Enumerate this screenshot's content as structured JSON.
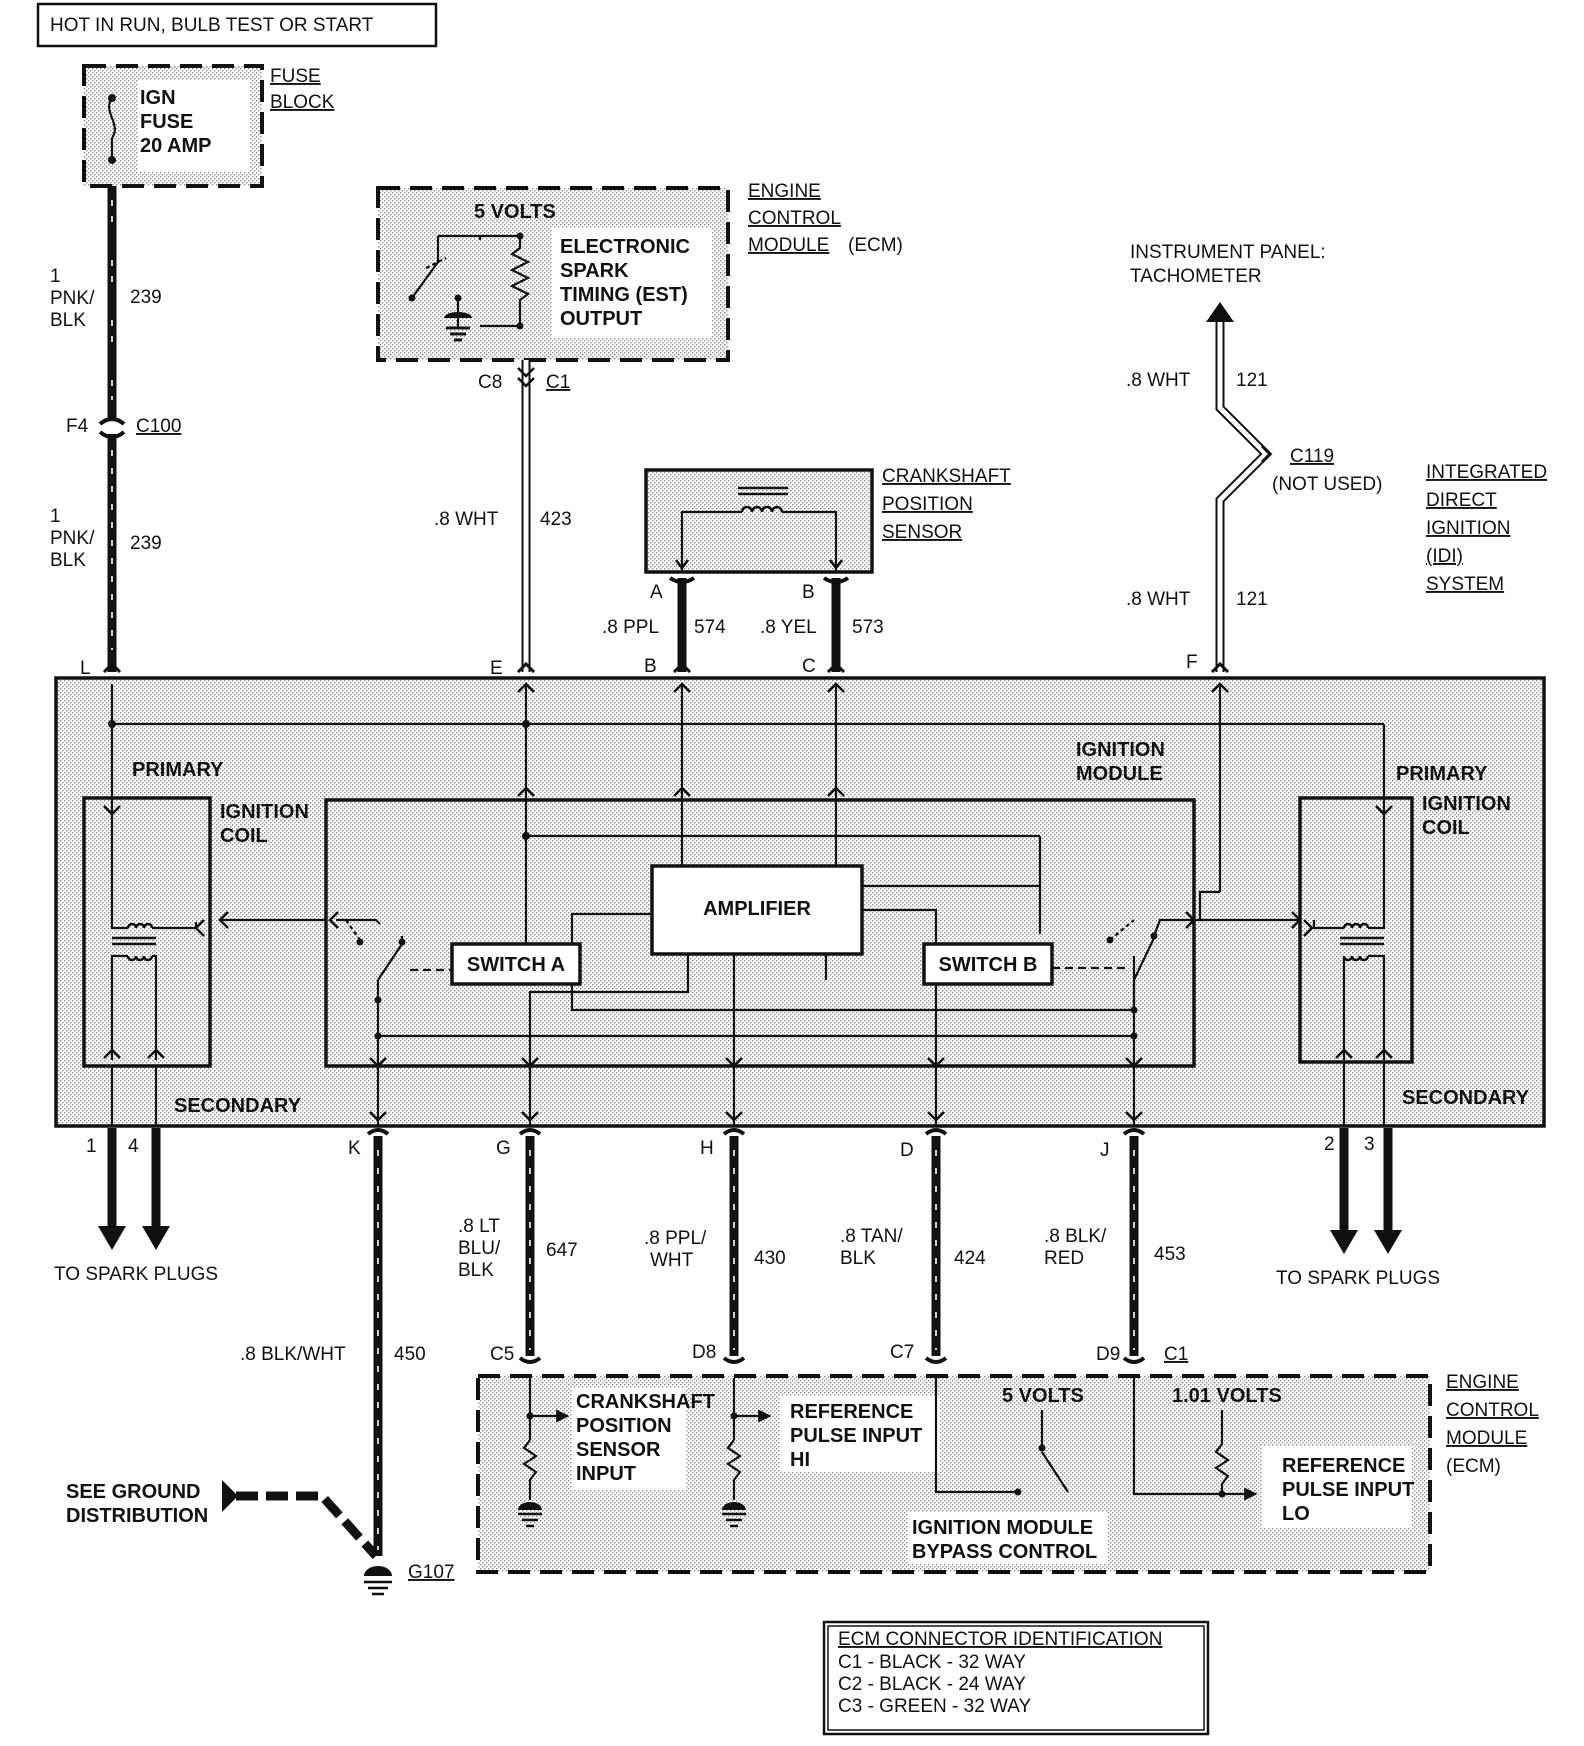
{
  "top": {
    "power_label": "HOT IN RUN, BULB TEST OR START"
  },
  "fuse": {
    "line1": "IGN",
    "line2": "FUSE",
    "line3": "20 AMP",
    "block_line1": "FUSE",
    "block_line2": "BLOCK"
  },
  "wire239": {
    "gauge": "1",
    "color1": "PNK/",
    "color2": "BLK",
    "circuit": "239"
  },
  "c100": {
    "pin": "F4",
    "name": "C100"
  },
  "ecm_top": {
    "volts": "5 VOLTS",
    "line1": "ELECTRONIC",
    "line2": "SPARK",
    "line3": "TIMING (EST)",
    "line4": "OUTPUT",
    "name1": "ENGINE",
    "name2": "CONTROL",
    "name3": "MODULE",
    "name4": "(ECM)",
    "pin": "C8",
    "connector": "C1"
  },
  "wire423": {
    "color": ".8 WHT",
    "circuit": "423"
  },
  "ckp": {
    "line1": "CRANKSHAFT",
    "line2": "POSITION",
    "line3": "SENSOR",
    "pin_a": "A",
    "pin_b": "B"
  },
  "wire574": {
    "color": ".8 PPL",
    "circuit": "574"
  },
  "wire573": {
    "color": ".8 YEL",
    "circuit": "573"
  },
  "tach": {
    "line1": "INSTRUMENT PANEL:",
    "line2": "TACHOMETER"
  },
  "wire121": {
    "color": ".8 WHT",
    "circuit": "121"
  },
  "c119": {
    "name": "C119",
    "note": "(NOT USED)"
  },
  "idi": {
    "line1": "INTEGRATED",
    "line2": "DIRECT",
    "line3": "IGNITION",
    "line4": "(IDI)",
    "line5": "SYSTEM"
  },
  "module_pins_top": {
    "L": "L",
    "E": "E",
    "B": "B",
    "C": "C",
    "F": "F"
  },
  "module": {
    "name1": "IGNITION",
    "name2": "MODULE",
    "primary": "PRIMARY",
    "secondary": "SECONDARY",
    "coil1": "IGNITION",
    "coil2": "COIL",
    "amplifier": "AMPLIFIER",
    "switch_a": "SWITCH A",
    "switch_b": "SWITCH B"
  },
  "module_pins_bottom": {
    "p1": "1",
    "p4": "4",
    "K": "K",
    "G": "G",
    "H": "H",
    "D": "D",
    "J": "J",
    "p2": "2",
    "p3": "3"
  },
  "spark_left": "TO SPARK PLUGS",
  "spark_right": "TO SPARK PLUGS",
  "wire647": {
    "color1": ".8 LT",
    "color2": "BLU/",
    "color3": "BLK",
    "circuit": "647"
  },
  "wire430": {
    "color1": ".8 PPL/",
    "color2": "WHT",
    "circuit": "430"
  },
  "wire424": {
    "color1": ".8 TAN/",
    "color2": "BLK",
    "circuit": "424"
  },
  "wire453": {
    "color1": ".8 BLK/",
    "color2": "RED",
    "circuit": "453"
  },
  "wire450": {
    "color": ".8 BLK/WHT",
    "circuit": "450"
  },
  "ecm_bottom": {
    "pin_c5": "C5",
    "pin_d8": "D8",
    "pin_c7": "C7",
    "pin_d9": "D9",
    "connector": "C1",
    "ckp1": "CRANKSHAFT",
    "ckp2": "POSITION",
    "ckp3": "SENSOR",
    "ckp4": "INPUT",
    "ref1": "REFERENCE",
    "ref2": "PULSE INPUT",
    "ref3": "HI",
    "volts5": "5 VOLTS",
    "volts101": "1.01 VOLTS",
    "lo1": "REFERENCE",
    "lo2": "PULSE INPUT",
    "lo3": "LO",
    "bypass1": "IGNITION MODULE",
    "bypass2": "BYPASS CONTROL",
    "name1": "ENGINE",
    "name2": "CONTROL",
    "name3": "MODULE",
    "name4": "(ECM)"
  },
  "ground": {
    "line1": "SEE GROUND",
    "line2": "DISTRIBUTION",
    "name": "G107"
  },
  "ecm_id": {
    "title": "ECM CONNECTOR IDENTIFICATION",
    "row1": "C1 - BLACK - 32 WAY",
    "row2": "C2 - BLACK - 24 WAY",
    "row3": "C3 - GREEN - 32 WAY"
  }
}
